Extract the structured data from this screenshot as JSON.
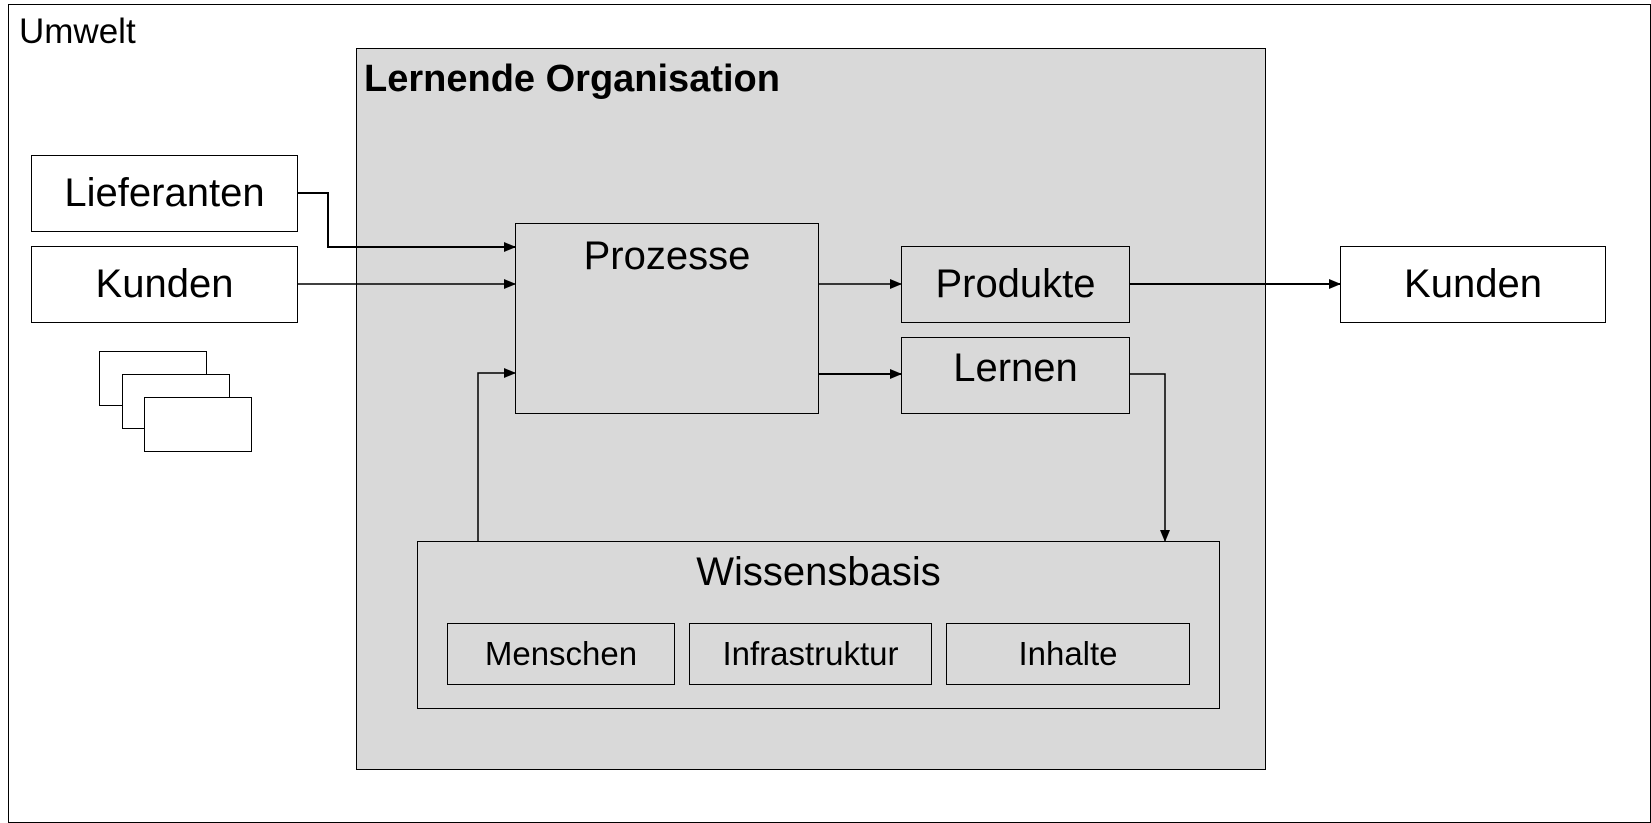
{
  "environment": {
    "label": "Umwelt"
  },
  "organization": {
    "title": "Lernende Organisation"
  },
  "left_boxes": {
    "suppliers": "Lieferanten",
    "customers": "Kunden"
  },
  "center": {
    "processes": "Prozesse",
    "products": "Produkte",
    "learning": "Lernen"
  },
  "knowledge_base": {
    "title": "Wissensbasis",
    "components": [
      "Menschen",
      "Infrastruktur",
      "Inhalte"
    ]
  },
  "right_boxes": {
    "customers": "Kunden"
  }
}
